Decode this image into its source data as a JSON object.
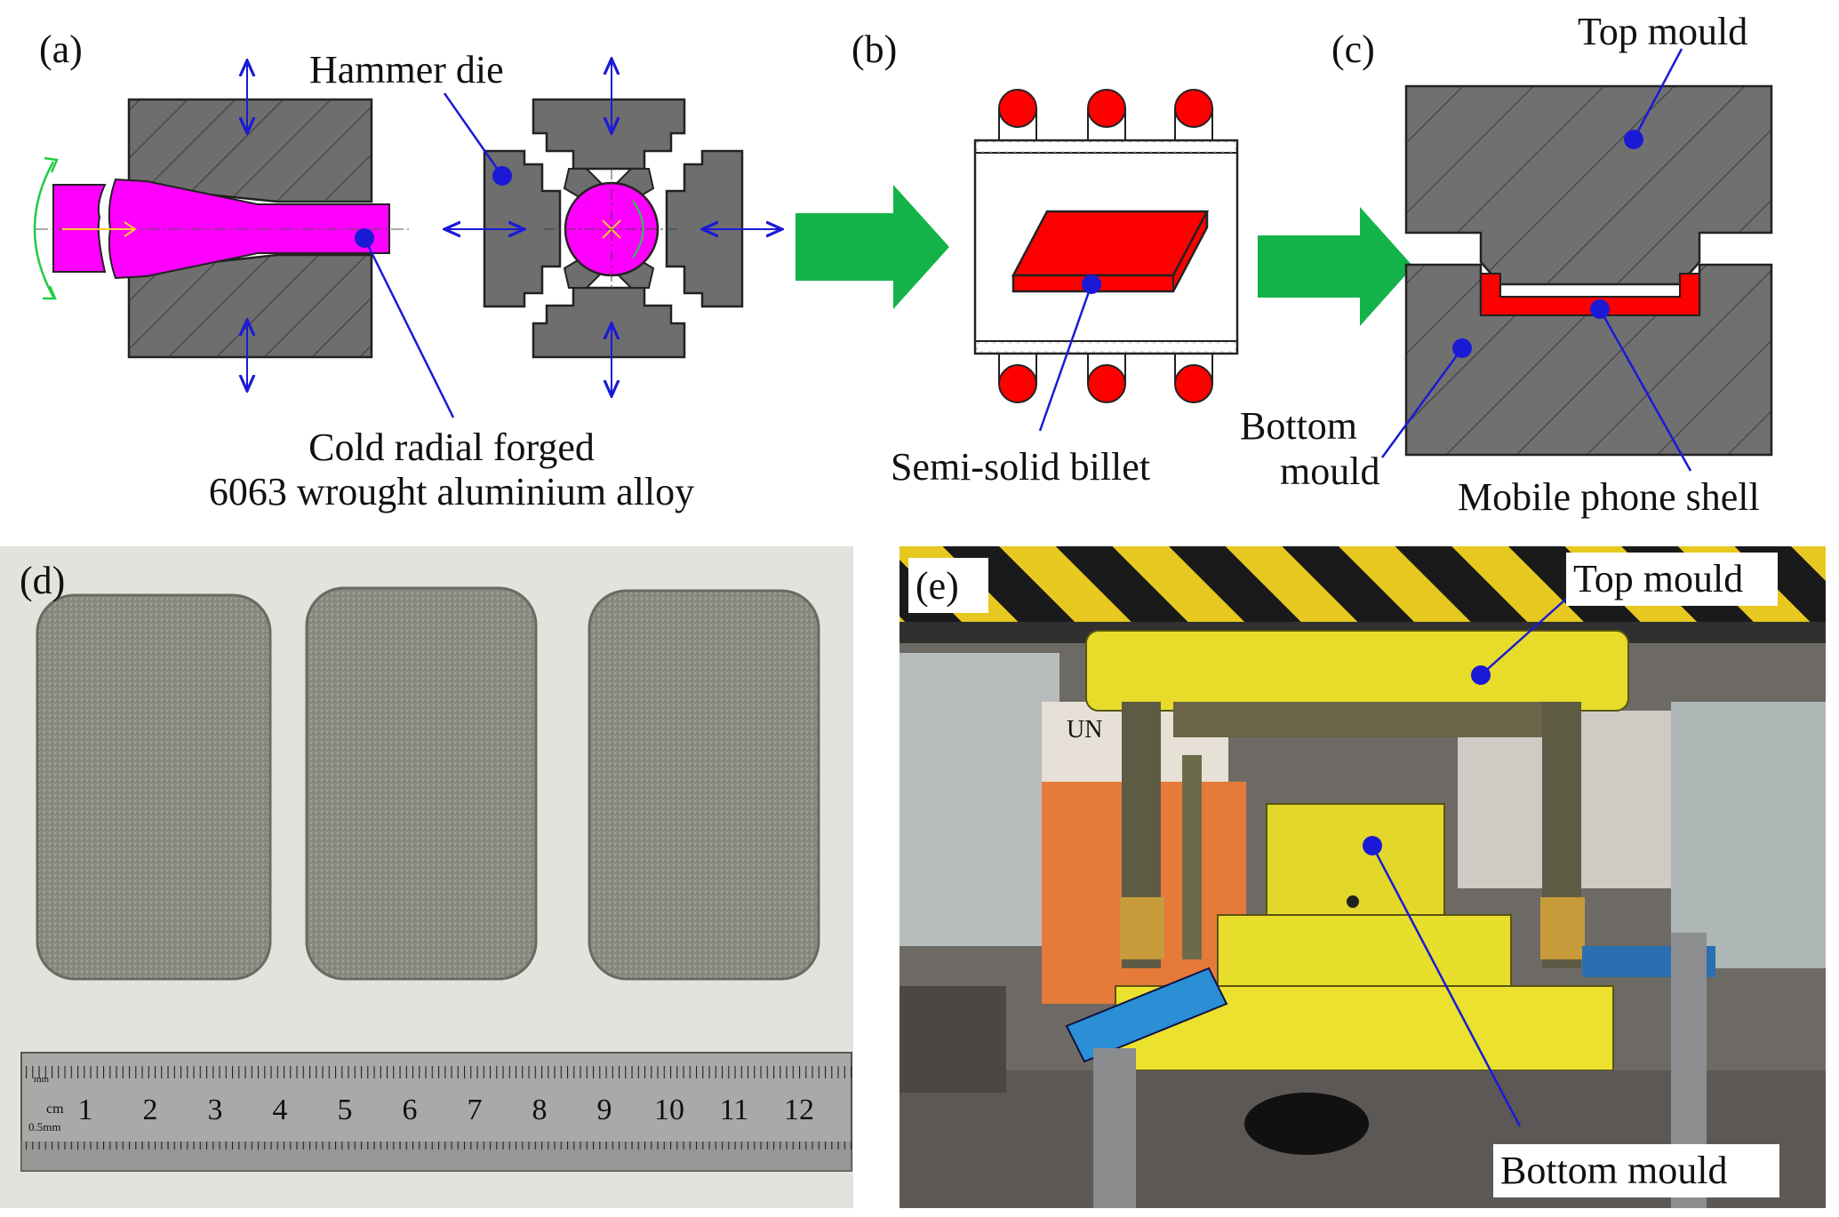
{
  "panels": {
    "a": {
      "label": "(a)",
      "hammer_die_label": "Hammer die",
      "caption_line1": "Cold radial forged",
      "caption_line2": "6063 wrought aluminium alloy"
    },
    "b": {
      "label": "(b)",
      "billet_label": "Semi-solid billet"
    },
    "c": {
      "label": "(c)",
      "top_mould_label": "Top mould",
      "bottom_label_line1": "Bottom",
      "bottom_label_line2": "mould",
      "shell_label": "Mobile phone shell"
    },
    "d": {
      "label": "(d)",
      "ruler_numbers": [
        "1",
        "2",
        "3",
        "4",
        "5",
        "6",
        "7",
        "8",
        "9",
        "10",
        "11",
        "12"
      ],
      "ruler_unit_cm": "cm",
      "ruler_unit_mm": "mm",
      "ruler_half_mm": "0.5mm"
    },
    "e": {
      "label": "(e)",
      "top_mould_label": "Top mould",
      "bottom_mould_label": "Bottom mould"
    }
  },
  "colors": {
    "die_gray": "#6e6e6e",
    "magenta": "#ff00ff",
    "red": "#ff0000",
    "green_arrow": "#14b34a",
    "leader_blue": "#1a1ad6",
    "yellow": "#f2e31b",
    "blue_clamp": "#2a8fd4"
  }
}
